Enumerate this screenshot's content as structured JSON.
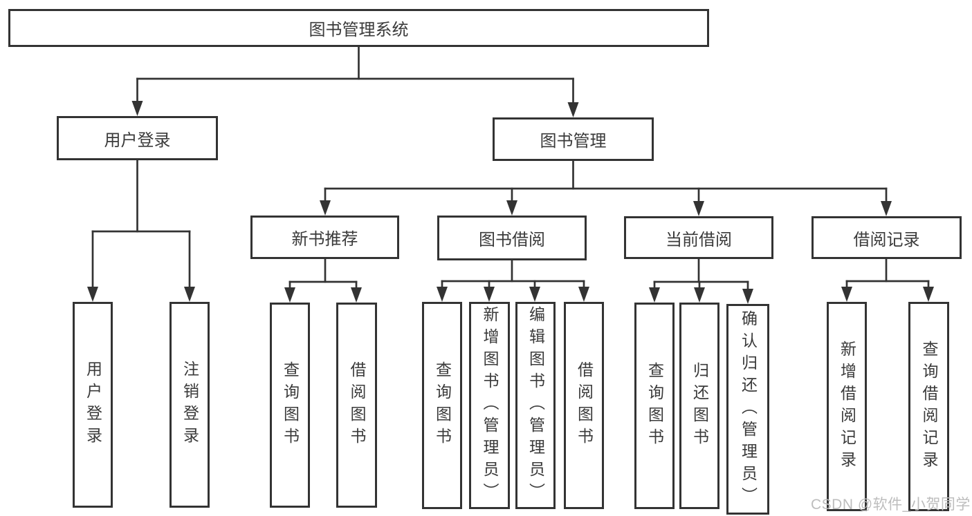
{
  "diagram": {
    "title": "图书管理系统",
    "watermark": "CSDN @软件_小贺同学",
    "colors": {
      "line": "#333333",
      "text": "#3a3a3a",
      "watermark": "#bdbdbd",
      "background": "#ffffff"
    },
    "level2": {
      "login": {
        "label": "用户登录",
        "children": [
          "用户登录",
          "注销登录"
        ]
      },
      "management": {
        "label": "图书管理"
      }
    },
    "level3": {
      "recommend": {
        "label": "新书推荐",
        "children": [
          "查询图书",
          "借阅图书"
        ]
      },
      "borrow": {
        "label": "图书借阅",
        "children": [
          "查询图书",
          "新增图书（管理员）",
          "编辑图书（管理员）",
          "借阅图书"
        ]
      },
      "current": {
        "label": "当前借阅",
        "children": [
          "查询图书",
          "归还图书",
          "确认归还（管理员）"
        ]
      },
      "records": {
        "label": "借阅记录",
        "children": [
          "新增借阅记录",
          "查询借阅记录"
        ]
      }
    }
  }
}
